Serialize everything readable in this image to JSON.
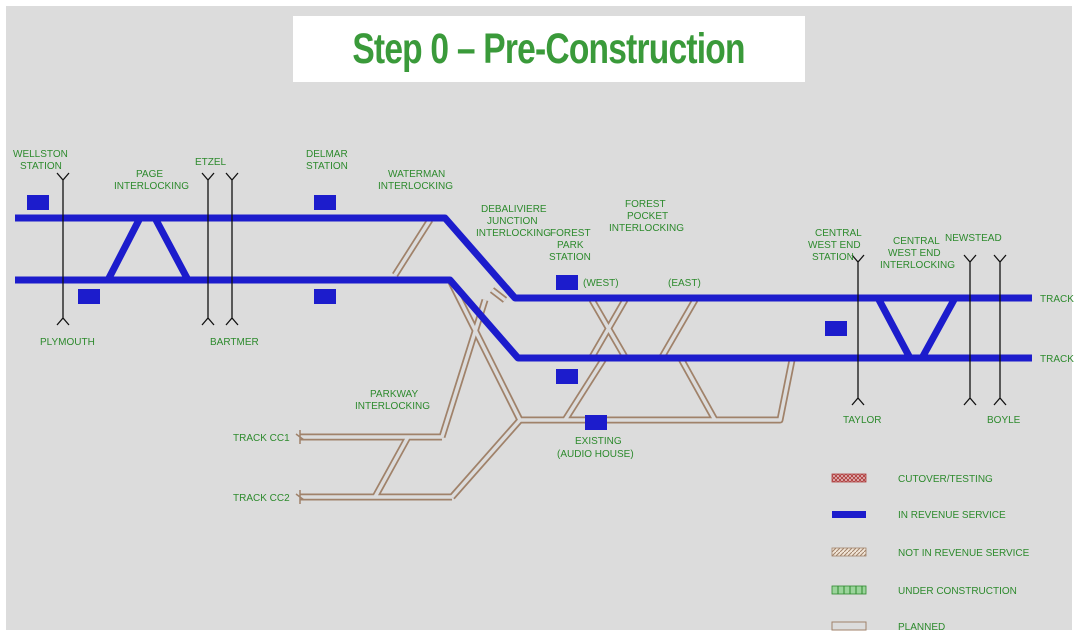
{
  "title": "Step 0 – Pre-Construction",
  "colors": {
    "in_revenue": "#1c1ccc",
    "not_in_revenue": "#a0826a",
    "label_green": "#2d8a2d",
    "title_green": "#3a9a3a",
    "background": "#dcdcdc"
  },
  "labels": {
    "wellston_1": "WELLSTON",
    "wellston_2": "STATION",
    "page_1": "PAGE",
    "page_2": "INTERLOCKING",
    "etzel": "ETZEL",
    "delmar_1": "DELMAR",
    "delmar_2": "STATION",
    "waterman_1": "WATERMAN",
    "waterman_2": "INTERLOCKING",
    "debaliviere_1": "DEBALIVIERE",
    "debaliviere_2": "JUNCTION",
    "debaliviere_3": "INTERLOCKING",
    "forest_park_1": "FOREST",
    "forest_park_2": "PARK",
    "forest_park_3": "STATION",
    "forest_pocket_1": "FOREST",
    "forest_pocket_2": "POCKET",
    "forest_pocket_3": "INTERLOCKING",
    "west": "(WEST)",
    "east": "(EAST)",
    "cwe_station_1": "CENTRAL",
    "cwe_station_2": "WEST END",
    "cwe_station_3": "STATION",
    "cwe_int_1": "CENTRAL",
    "cwe_int_2": "WEST END",
    "cwe_int_3": "INTERLOCKING",
    "newstead": "NEWSTEAD",
    "track_1": "TRACK",
    "track_2": "TRACK",
    "plymouth": "PLYMOUTH",
    "bartmer": "BARTMER",
    "parkway_1": "PARKWAY",
    "parkway_2": "INTERLOCKING",
    "track_cc1": "TRACK CC1",
    "track_cc2": "TRACK CC2",
    "existing_1": "EXISTING",
    "existing_2": "(AUDIO HOUSE)",
    "taylor": "TAYLOR",
    "boyle": "BOYLE"
  },
  "legend": [
    {
      "label": "CUTOVER/TESTING",
      "style": "crosshatch"
    },
    {
      "label": "IN REVENUE SERVICE",
      "style": "solid-blue"
    },
    {
      "label": "NOT IN REVENUE SERVICE",
      "style": "hatched-brown"
    },
    {
      "label": "UNDER CONSTRUCTION",
      "style": "green-ties"
    },
    {
      "label": "PLANNED",
      "style": "outline"
    }
  ]
}
